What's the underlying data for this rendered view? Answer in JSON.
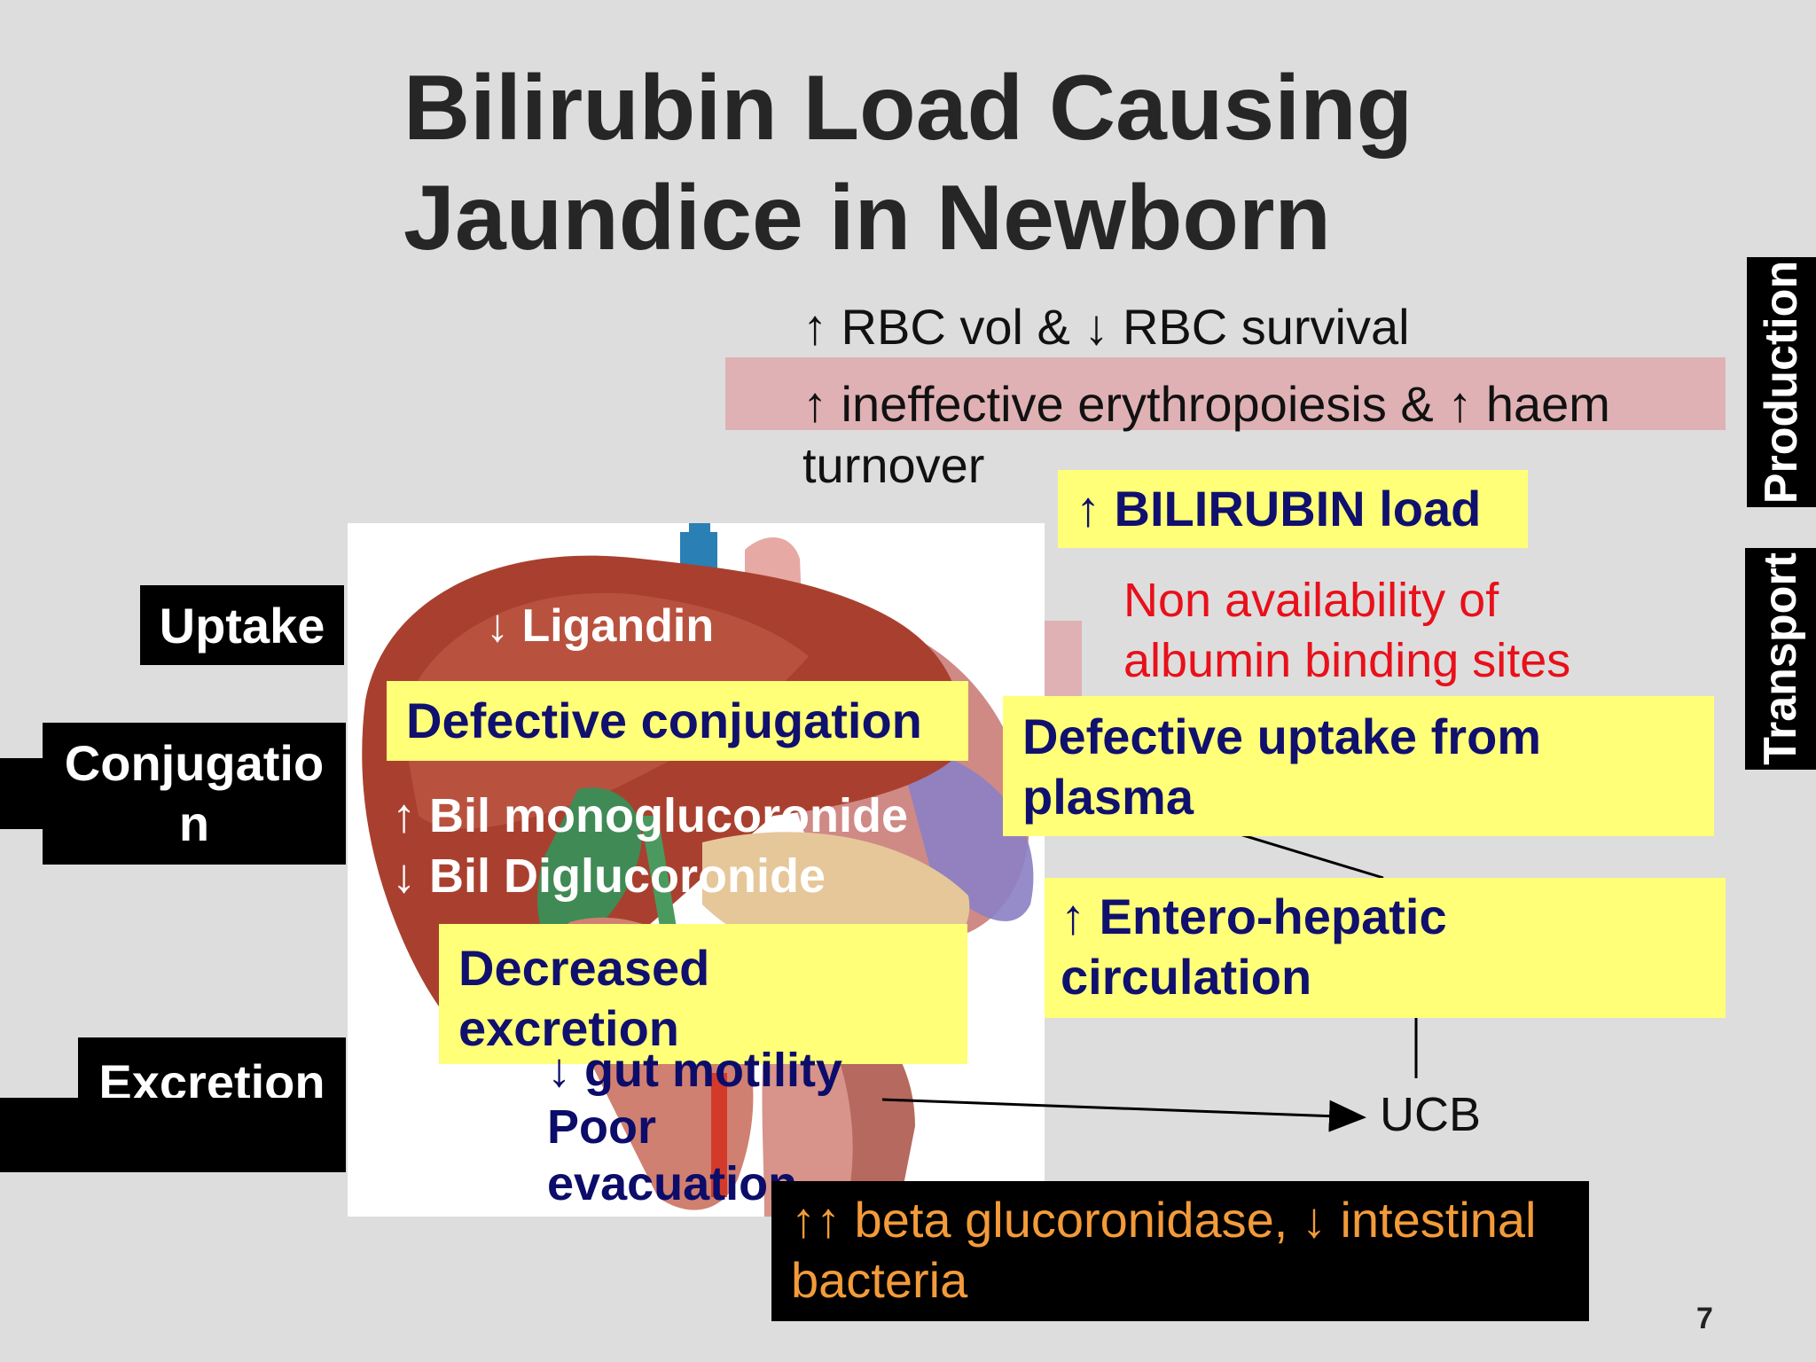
{
  "title": {
    "line1": "Bilirubin Load Causing",
    "line2": "Jaundice in Newborn"
  },
  "side_tabs": {
    "production": "Production",
    "transport": "Transport"
  },
  "left_labels": {
    "uptake": "Uptake",
    "conjugation_line1": "Conjugatio",
    "conjugation_line2": "n",
    "excretion": "Excretion"
  },
  "production_causes": {
    "rbc": "↑ RBC vol & ↓ RBC survival",
    "erythro_line1": "↑ ineffective erythropoiesis & ↑ haem",
    "erythro_line2": "turnover"
  },
  "bilirubin_load": "↑ BILIRUBIN load",
  "albumin": {
    "line1": "Non availability of",
    "line2": "albumin binding sites"
  },
  "defective_uptake": {
    "line1": "Defective uptake from",
    "line2": "plasma"
  },
  "ligandin": "↓ Ligandin",
  "defective_conjugation": "Defective conjugation",
  "bil_mono": "↑ Bil monoglucoronide",
  "bil_di": "↓ Bil Diglucoronide",
  "decreased_excretion": {
    "line1": "Decreased",
    "line2": "excretion"
  },
  "enterohepatic": {
    "line1": "↑ Entero-hepatic",
    "line2": "circulation"
  },
  "gut": {
    "line1": "↓ gut motility",
    "line2": "Poor",
    "line3": "evacuation"
  },
  "ucb": "UCB",
  "beta": {
    "line1": "↑↑ beta glucoronidase, ↓ intestinal",
    "line2": "bacteria"
  },
  "page_number": "7",
  "colors": {
    "background": "#dddddd",
    "highlight_yellow": "#ffff78",
    "pink_band": "#dfb1b4",
    "navy_text": "#10106e",
    "red_text": "#e8101a",
    "orange_text": "#f39b3a"
  }
}
